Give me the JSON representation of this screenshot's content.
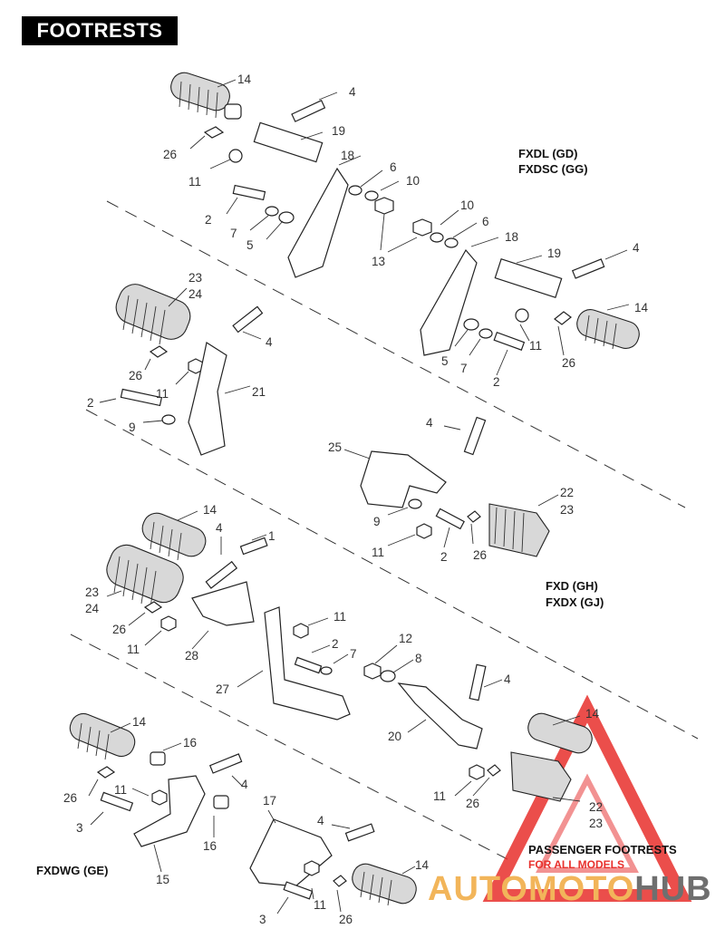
{
  "title": "FOOTRESTS",
  "models": {
    "gd_gg": [
      "FXDL (GD)",
      "FXDSC (GG)"
    ],
    "gh_gj": [
      "FXD (GH)",
      "FXDX (GJ)"
    ],
    "ge": "FXDWG (GE)"
  },
  "passenger": {
    "line1": "PASSENGER FOOTRESTS",
    "line2": "FOR ALL MODELS"
  },
  "watermark": {
    "part1": "AUTOMOTO",
    "part2": "HUB"
  },
  "colors": {
    "watermark_red": "#e8302c",
    "watermark_orange": "#f2b55a",
    "watermark_gray": "#6f6f6f"
  },
  "callouts": [
    "14",
    "4",
    "26",
    "19",
    "11",
    "18",
    "6",
    "10",
    "2",
    "7",
    "5",
    "13",
    "10",
    "6",
    "18",
    "19",
    "4",
    "14",
    "11",
    "26",
    "5",
    "7",
    "2",
    "23",
    "24",
    "4",
    "26",
    "11",
    "21",
    "2",
    "9",
    "4",
    "25",
    "22",
    "23",
    "9",
    "11",
    "2",
    "26",
    "14",
    "4",
    "1",
    "23",
    "24",
    "26",
    "11",
    "28",
    "11",
    "2",
    "7",
    "27",
    "12",
    "8",
    "4",
    "20",
    "14",
    "11",
    "26",
    "22",
    "23",
    "14",
    "16",
    "26",
    "11",
    "4",
    "3",
    "16",
    "15",
    "17",
    "4",
    "14",
    "3",
    "11",
    "26"
  ]
}
